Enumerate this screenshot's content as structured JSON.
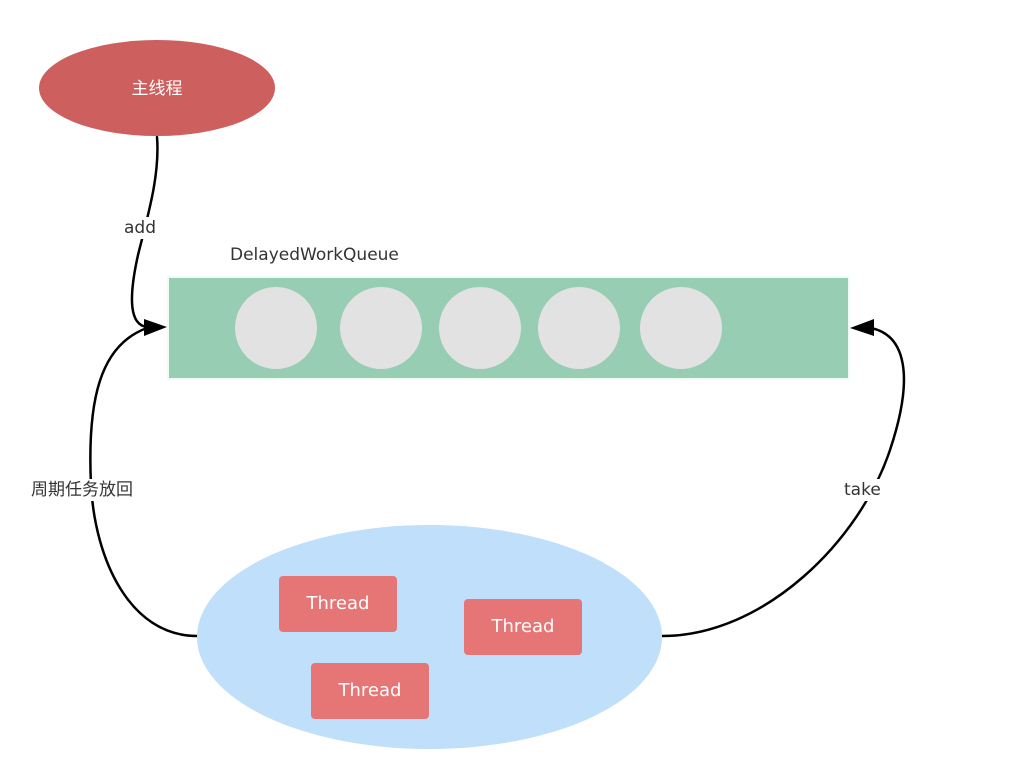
{
  "diagram": {
    "main_thread_label": "主线程",
    "queue_title": "DelayedWorkQueue",
    "queue_slot_count": 5,
    "edges": {
      "add_label": "add",
      "take_label": "take",
      "requeue_label": "周期任务放回"
    },
    "threads": [
      "Thread",
      "Thread",
      "Thread"
    ],
    "colors": {
      "main_thread": "#cd5f5f",
      "queue": "#97cdb2",
      "queue_slot": "#e2e2e2",
      "thread_pool": "#bfdffa",
      "thread": "#e67575",
      "arrow": "#000000"
    }
  }
}
